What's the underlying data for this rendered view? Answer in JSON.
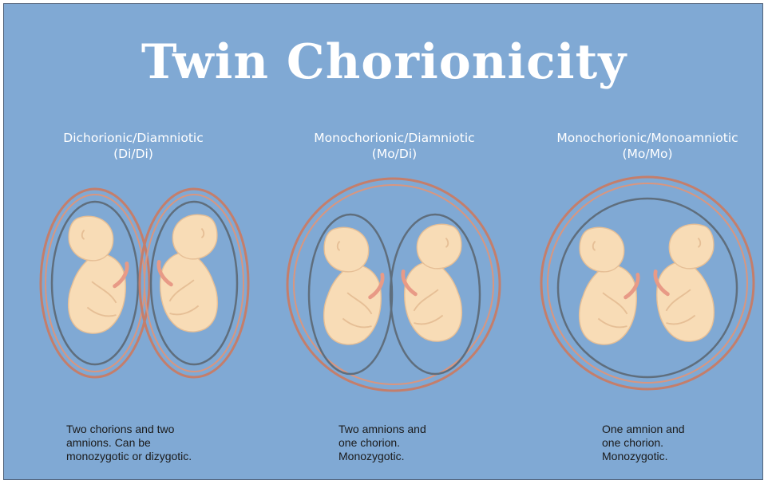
{
  "title": "Twin Chorionicity",
  "colors": {
    "background": "#80a9d4",
    "chorion": "#c47e6b",
    "amnion": "#5f6e7d",
    "fetus": "#f8dcb6"
  },
  "panels": [
    {
      "heading": "Dichorionic/Diamniotic",
      "abbrev": "(Di/Di)",
      "description": [
        "Two chorions and two",
        "amnions. Can be",
        "monozygotic or dizygotic."
      ]
    },
    {
      "heading": "Monochorionic/Diamniotic",
      "abbrev": "(Mo/Di)",
      "description": [
        "Two amnions and",
        "one chorion.",
        "Monozygotic."
      ]
    },
    {
      "heading": "Monochorionic/Monoamniotic",
      "abbrev": "(Mo/Mo)",
      "description": [
        "One amnion and",
        "one chorion.",
        "Monozygotic."
      ]
    }
  ]
}
